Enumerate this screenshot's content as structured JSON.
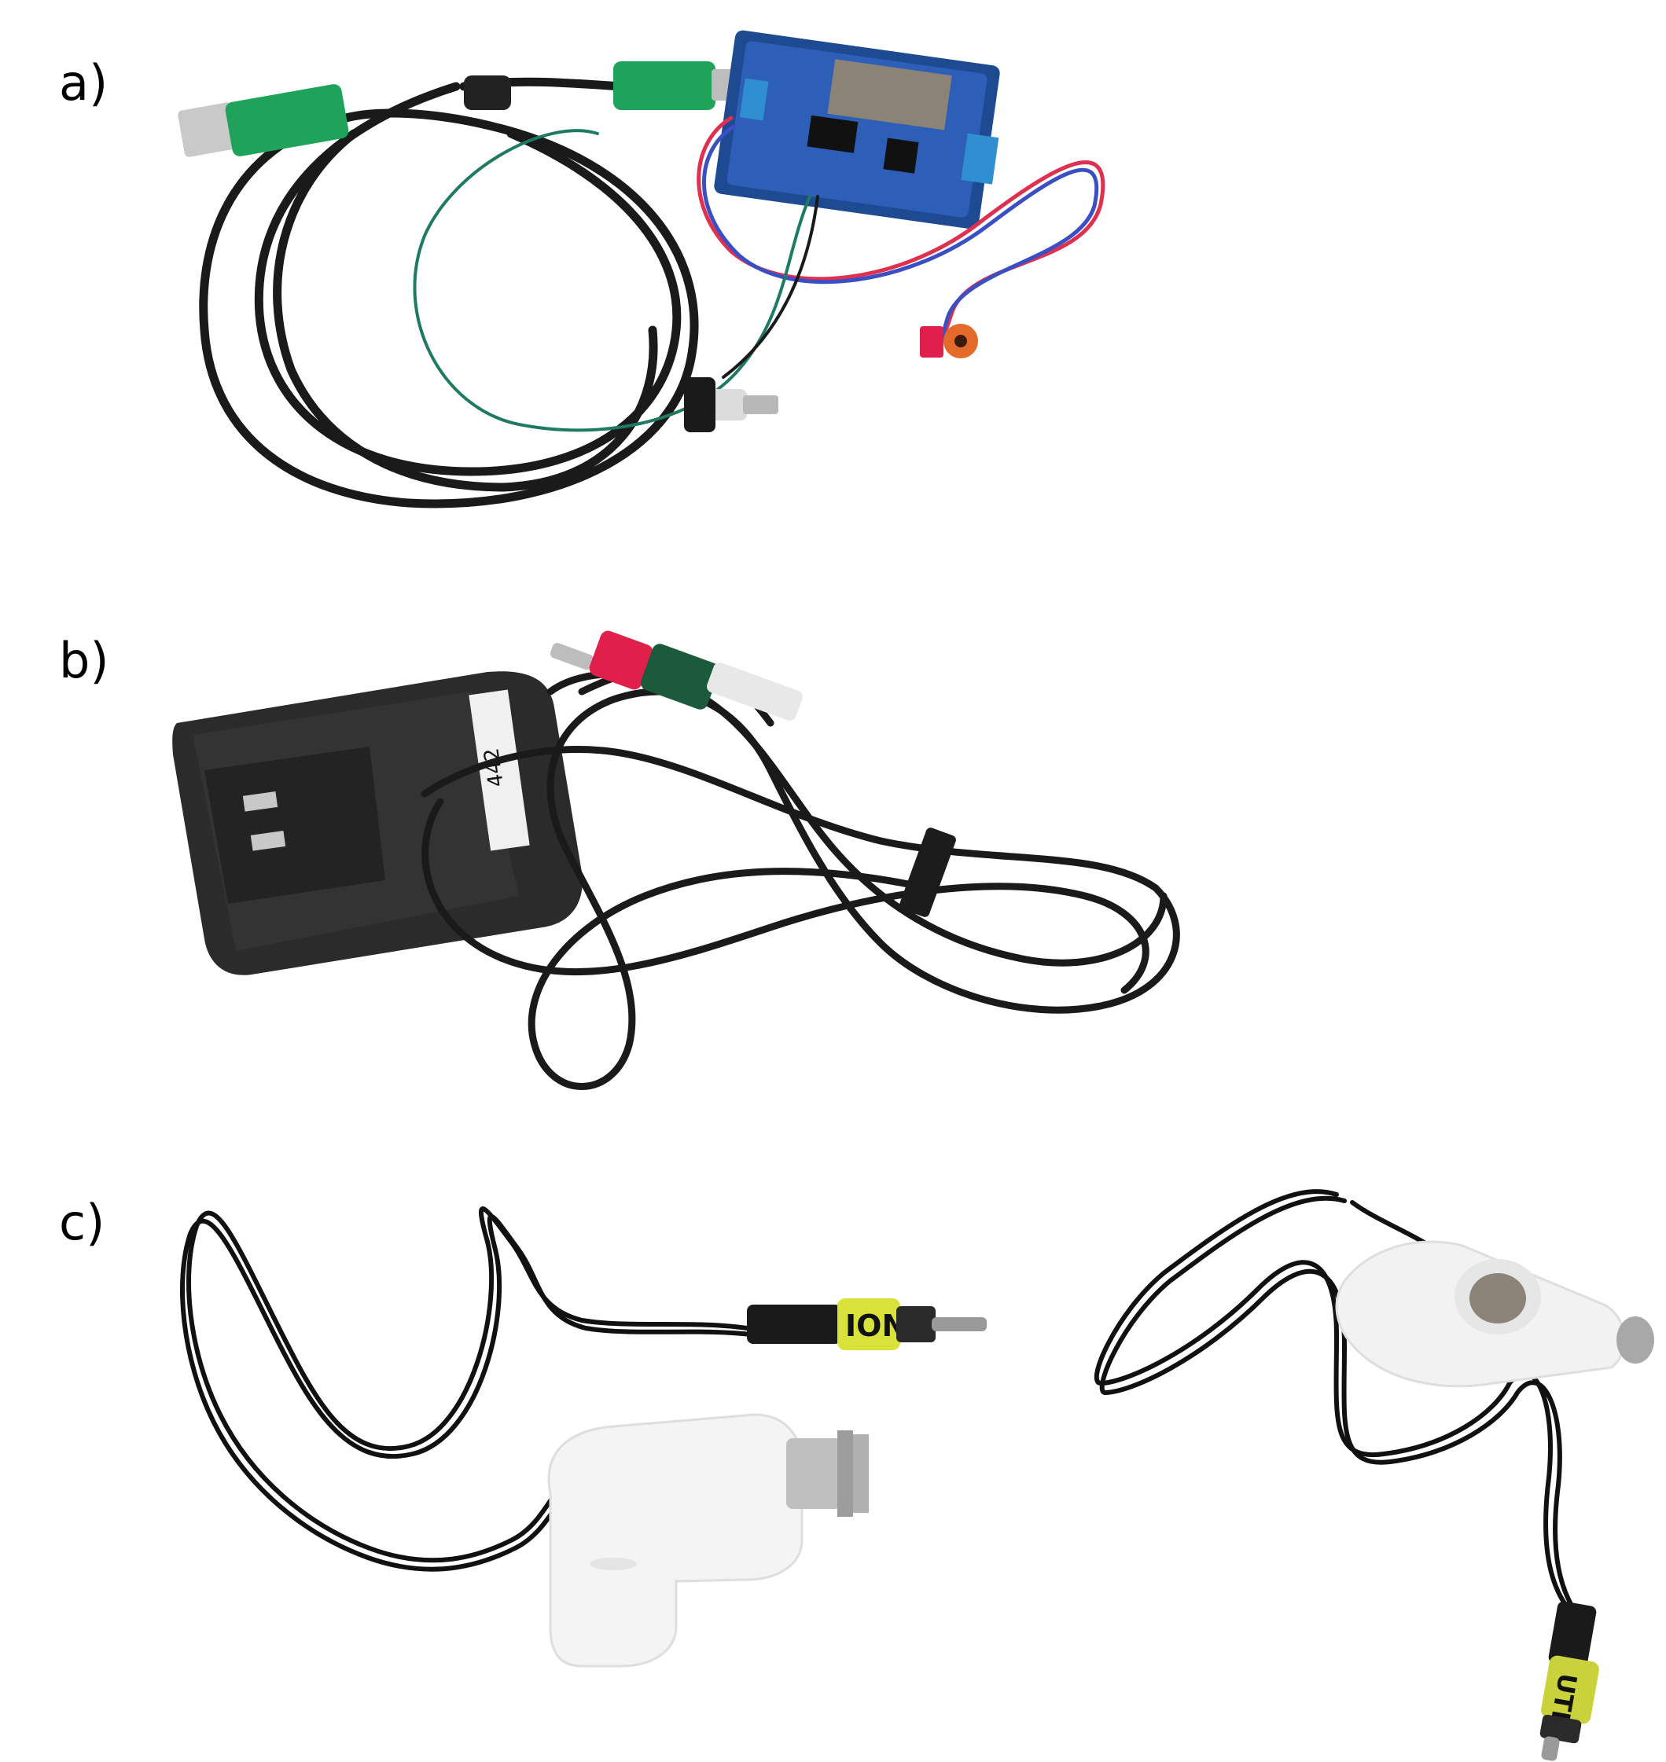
{
  "panels": [
    {
      "label": "a)",
      "subject": "Arduino motor shield board with USB cable and RCA jacks"
    },
    {
      "label": "b)",
      "subject": "AC wall power adapter with coiled cable and RCA plug"
    },
    {
      "label": "c)",
      "subject": "Two white PVC-housed magnet sensors with twisted wires and RCA plugs"
    }
  ],
  "adapter_label_text": "442",
  "tape_text_left": "ION",
  "tape_text_right": "UTI",
  "colors": {
    "background": "#ffffff",
    "cable": "#1a1a1a",
    "usb_green": "#1fa35a",
    "board_blue": "#2d5fb8",
    "adapter_body": "#2b2b2b",
    "pvc_white": "#f4f4f4",
    "tape_yellow": "#d8e23a",
    "rca_red": "#e0204a",
    "wire_red": "#e03050",
    "wire_blue": "#3a4fc4",
    "wire_green": "#1e7a62"
  }
}
